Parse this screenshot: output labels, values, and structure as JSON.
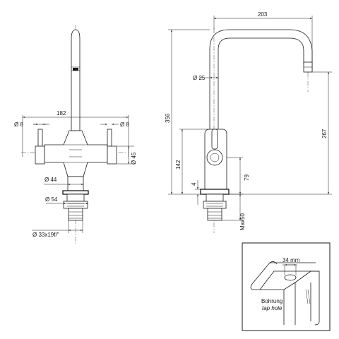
{
  "front_view": {
    "width_182": "182",
    "handle_dia_left": "Ø 8",
    "handle_dia_right": "Ø 8",
    "body_dia_45": "Ø 45",
    "base_dia_44": "Ø 44",
    "base_dia_54": "Ø 54",
    "thread": "Ø 33x19f/\""
  },
  "side_view": {
    "reach_203": "203",
    "spout_dia_25": "Ø 25",
    "height_356": "356",
    "height_267": "267",
    "height_142": "142",
    "height_79": "79",
    "gap_4": "4",
    "max_50": "Max50"
  },
  "inset": {
    "hole_size": "34 mm",
    "label_de": "Bohrung",
    "label_en": "tap hole"
  }
}
